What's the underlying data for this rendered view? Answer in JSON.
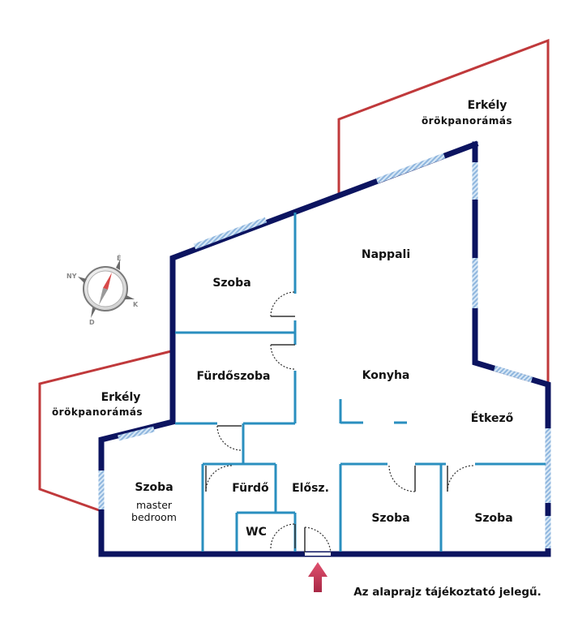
{
  "rooms": {
    "nappali": "Nappali",
    "konyha": "Konyha",
    "etkezo": "Étkező",
    "szoba_top": "Szoba",
    "furdoszoba": "Fürdőszoba",
    "szoba_master": "Szoba",
    "master_line1": "master",
    "master_line2": "bedroom",
    "furdo": "Fürdő",
    "elosz": "Elősz.",
    "wc": "WC",
    "szoba_bottom_mid": "Szoba",
    "szoba_bottom_right": "Szoba"
  },
  "balconies": {
    "top_title": "Erkély",
    "top_sub": "örökpanorámás",
    "left_title": "Erkély",
    "left_sub": "örökpanorámás"
  },
  "compass": {
    "north": "É",
    "east": "K",
    "south": "D",
    "west": "NY"
  },
  "note": "Az alaprajz tájékoztató jelegű.",
  "colors": {
    "exterior_wall": "#0c1460",
    "interior_wall": "#2a8fbf",
    "balcony_outline": "#c0393b",
    "window": "#a8c8e8",
    "entrance_arrow": "#c8385a"
  }
}
